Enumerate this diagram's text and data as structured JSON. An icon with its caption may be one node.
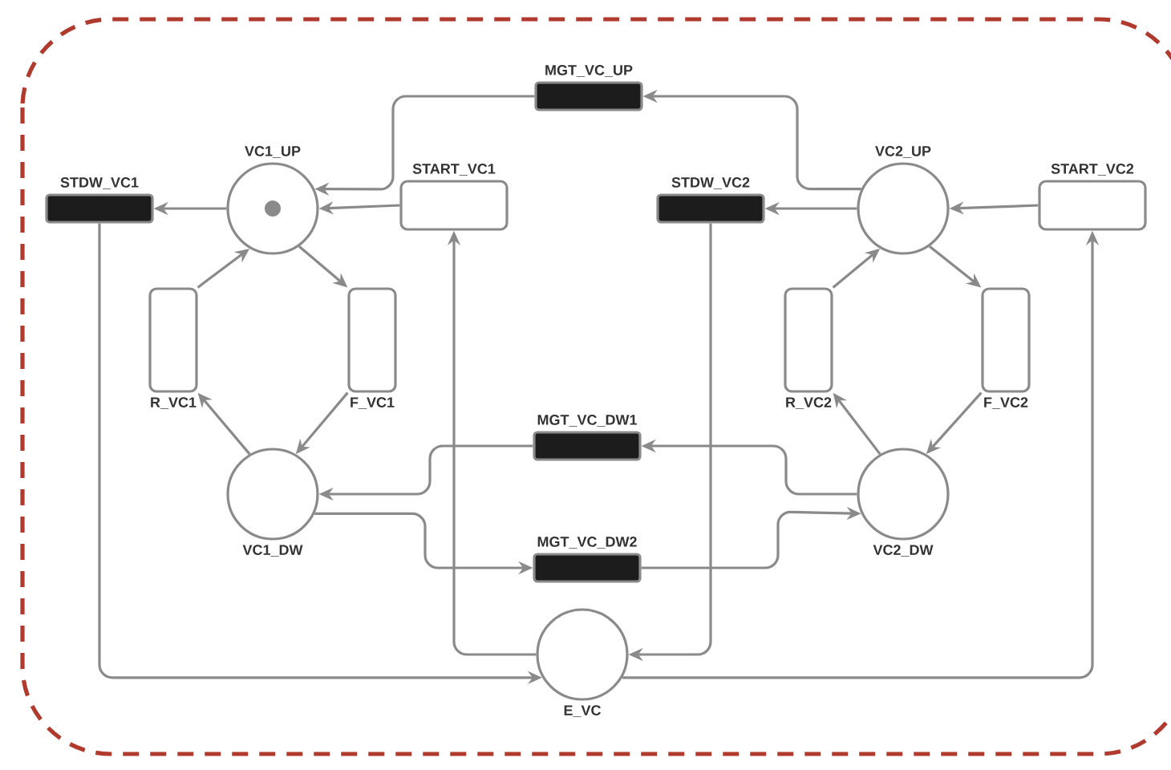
{
  "diagram": {
    "nodes": [
      {
        "text": [
          "MGT_VC_UP"
        ]
      },
      {
        "text": [
          "STDW_VC1"
        ]
      },
      {
        "text": [
          "VC1_UP"
        ]
      },
      {
        "text": [
          "START_VC1"
        ]
      },
      {
        "text": [
          "STDW_VC2"
        ]
      },
      {
        "text": [
          "VC2_UP"
        ]
      },
      {
        "text": [
          "START_VC2"
        ]
      },
      {
        "text": [
          "R_VC1"
        ]
      },
      {
        "text": [
          "F_VC1"
        ]
      },
      {
        "text": [
          "R_VC2"
        ]
      },
      {
        "text": [
          "F_VC2"
        ]
      },
      {
        "text": [
          "MGT_VC_DW1"
        ]
      },
      {
        "text": [
          "VC1_DW"
        ]
      },
      {
        "text": [
          "VC2_DW"
        ]
      },
      {
        "text": [
          "MGT_VC_DW2"
        ]
      },
      {
        "text": [
          "E_VC"
        ]
      }
    ],
    "edges": [
      {
        "from": 5,
        "to": 0,
        "arrow": "to"
      },
      {
        "from": 0,
        "to": 2,
        "arrow": "to"
      },
      {
        "from": 2,
        "to": 1,
        "arrow": "to"
      },
      {
        "from": 3,
        "to": 2,
        "arrow": "to"
      },
      {
        "from": 5,
        "to": 4,
        "arrow": "to"
      },
      {
        "from": 6,
        "to": 5,
        "arrow": "to"
      },
      {
        "from": 2,
        "to": 8,
        "arrow": "to"
      },
      {
        "from": 8,
        "to": 12,
        "arrow": "to"
      },
      {
        "from": 12,
        "to": 7,
        "arrow": "to"
      },
      {
        "from": 7,
        "to": 2,
        "arrow": "to"
      },
      {
        "from": 5,
        "to": 10,
        "arrow": "to"
      },
      {
        "from": 10,
        "to": 13,
        "arrow": "to"
      },
      {
        "from": 13,
        "to": 9,
        "arrow": "to"
      },
      {
        "from": 9,
        "to": 5,
        "arrow": "to"
      },
      {
        "from": 13,
        "to": 11,
        "arrow": "to"
      },
      {
        "from": 11,
        "to": 12,
        "arrow": "to"
      },
      {
        "from": 12,
        "to": 14,
        "arrow": "to"
      },
      {
        "from": 14,
        "to": 13,
        "arrow": "to"
      },
      {
        "from": 15,
        "to": 3,
        "arrow": "to"
      },
      {
        "from": 4,
        "to": 15,
        "arrow": "to"
      },
      {
        "from": 1,
        "to": 15,
        "arrow": "to"
      },
      {
        "from": 15,
        "to": 6,
        "arrow": "to"
      }
    ]
  }
}
